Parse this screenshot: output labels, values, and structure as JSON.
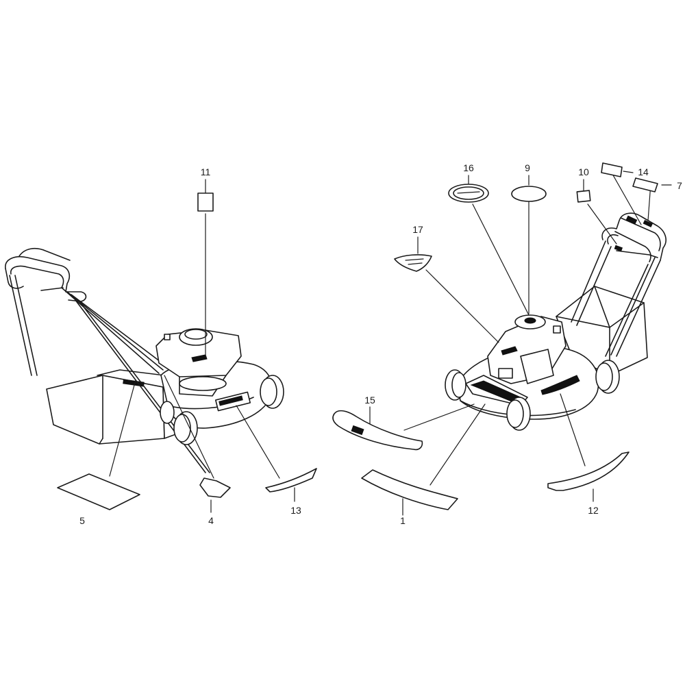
{
  "callouts": {
    "c1": "1",
    "c4": "4",
    "c5": "5",
    "c7": "7",
    "c9": "9",
    "c10": "10",
    "c11": "11",
    "c12": "12",
    "c13": "13",
    "c14": "14",
    "c15": "15",
    "c16": "16",
    "c17": "17"
  },
  "colors": {
    "ink": "#1a1a1a",
    "paper": "#ffffff"
  }
}
